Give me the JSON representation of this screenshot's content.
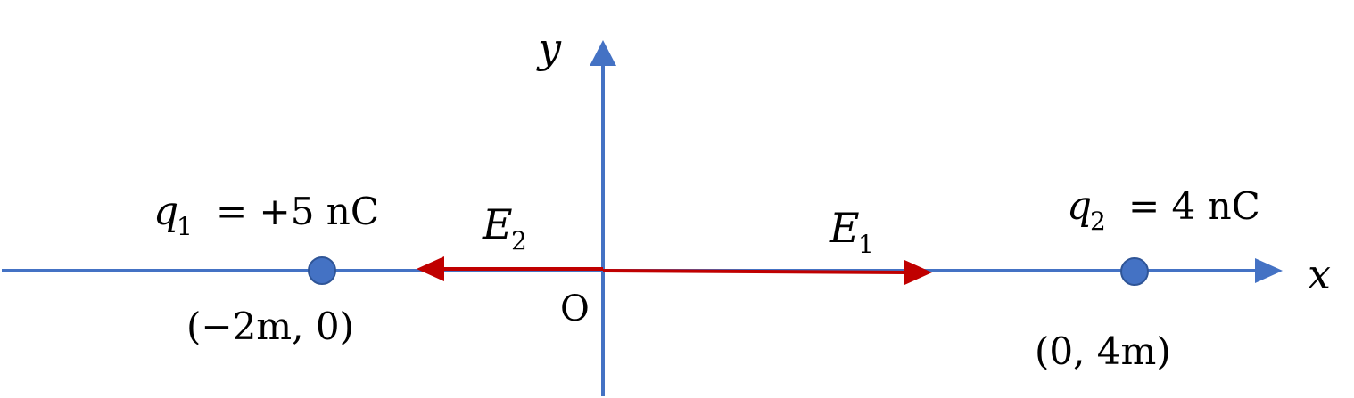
{
  "colors": {
    "axis": "#4472C4",
    "field_vector": "#C00000",
    "charge_fill": "#4472C4",
    "charge_stroke": "#2F5597",
    "text": "#000000"
  },
  "axes": {
    "x_label": "x",
    "y_label": "y",
    "origin_label": "O"
  },
  "charges": {
    "q1": {
      "symbol": "q",
      "subscript": "1",
      "value_text": "= +5 nC",
      "coord_text": "(−2m, 0)"
    },
    "q2": {
      "symbol": "q",
      "subscript": "2",
      "value_text": "= 4 nC",
      "coord_text": "(0, 4m)"
    }
  },
  "vectors": {
    "e1": {
      "symbol": "E",
      "subscript": "1",
      "direction": "+x"
    },
    "e2": {
      "symbol": "E",
      "subscript": "2",
      "direction": "-x"
    }
  }
}
